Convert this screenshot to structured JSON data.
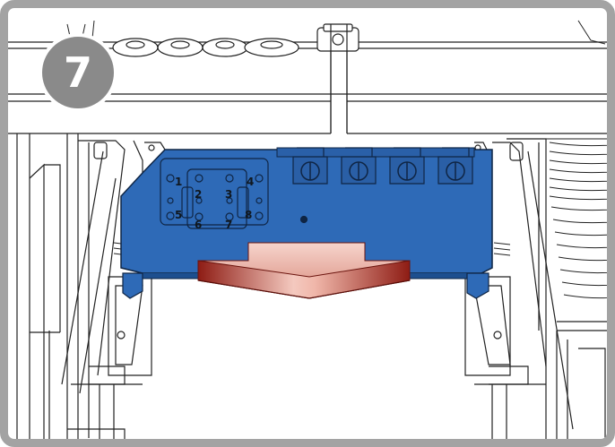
{
  "step": {
    "number": "7"
  },
  "terminals": {
    "labels": [
      "1",
      "2",
      "3",
      "4",
      "5",
      "6",
      "7",
      "8"
    ]
  },
  "colors": {
    "cover": "#2e6ab7",
    "cover_dark": "#1d4f8f",
    "arrow_light": "#f3c1b6",
    "arrow_dark": "#8e1c14",
    "badge": "#8a8a8a",
    "frame": "#a3a3a3"
  }
}
